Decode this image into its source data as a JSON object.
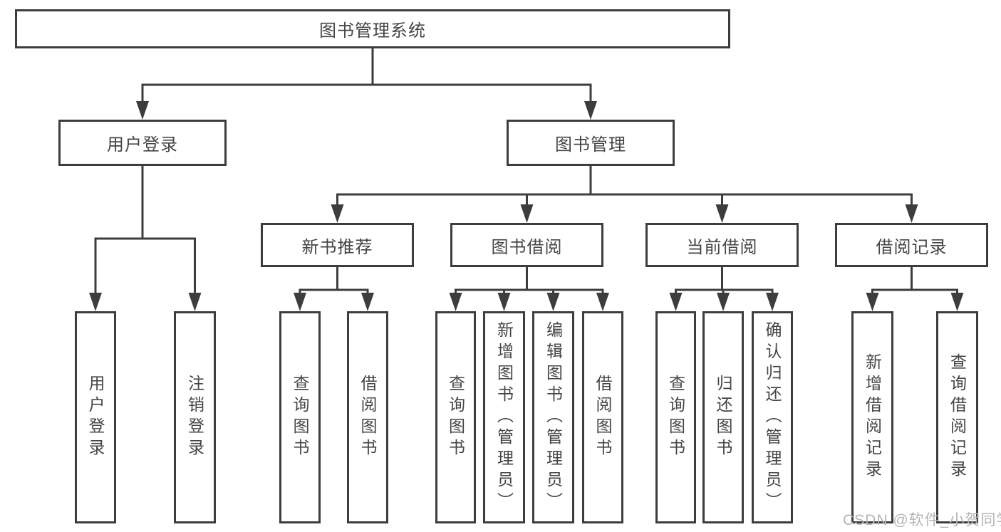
{
  "title": "图书管理系统",
  "tree": {
    "label": "图书管理系统",
    "children": [
      {
        "label": "用户登录",
        "children": [
          {
            "label": "用户登录"
          },
          {
            "label": "注销登录"
          }
        ]
      },
      {
        "label": "图书管理",
        "children": [
          {
            "label": "新书推荐",
            "children": [
              {
                "label": "查询图书"
              },
              {
                "label": "借阅图书"
              }
            ]
          },
          {
            "label": "图书借阅",
            "children": [
              {
                "label": "查询图书"
              },
              {
                "label": "新增图书（管理员）"
              },
              {
                "label": "编辑图书（管理员）"
              },
              {
                "label": "借阅图书"
              }
            ]
          },
          {
            "label": "当前借阅",
            "children": [
              {
                "label": "查询图书"
              },
              {
                "label": "归还图书"
              },
              {
                "label": "确认归还（管理员）"
              }
            ]
          },
          {
            "label": "借阅记录",
            "children": [
              {
                "label": "新增借阅记录"
              },
              {
                "label": "查询借阅记录"
              }
            ]
          }
        ]
      }
    ]
  },
  "watermark": "CSDN @软件_小贺同学",
  "colors": {
    "line": "#3d3d3d",
    "box_border": "#3d3d3d",
    "text": "#454545",
    "watermark": "#b5b5b5",
    "background": "#ffffff"
  }
}
